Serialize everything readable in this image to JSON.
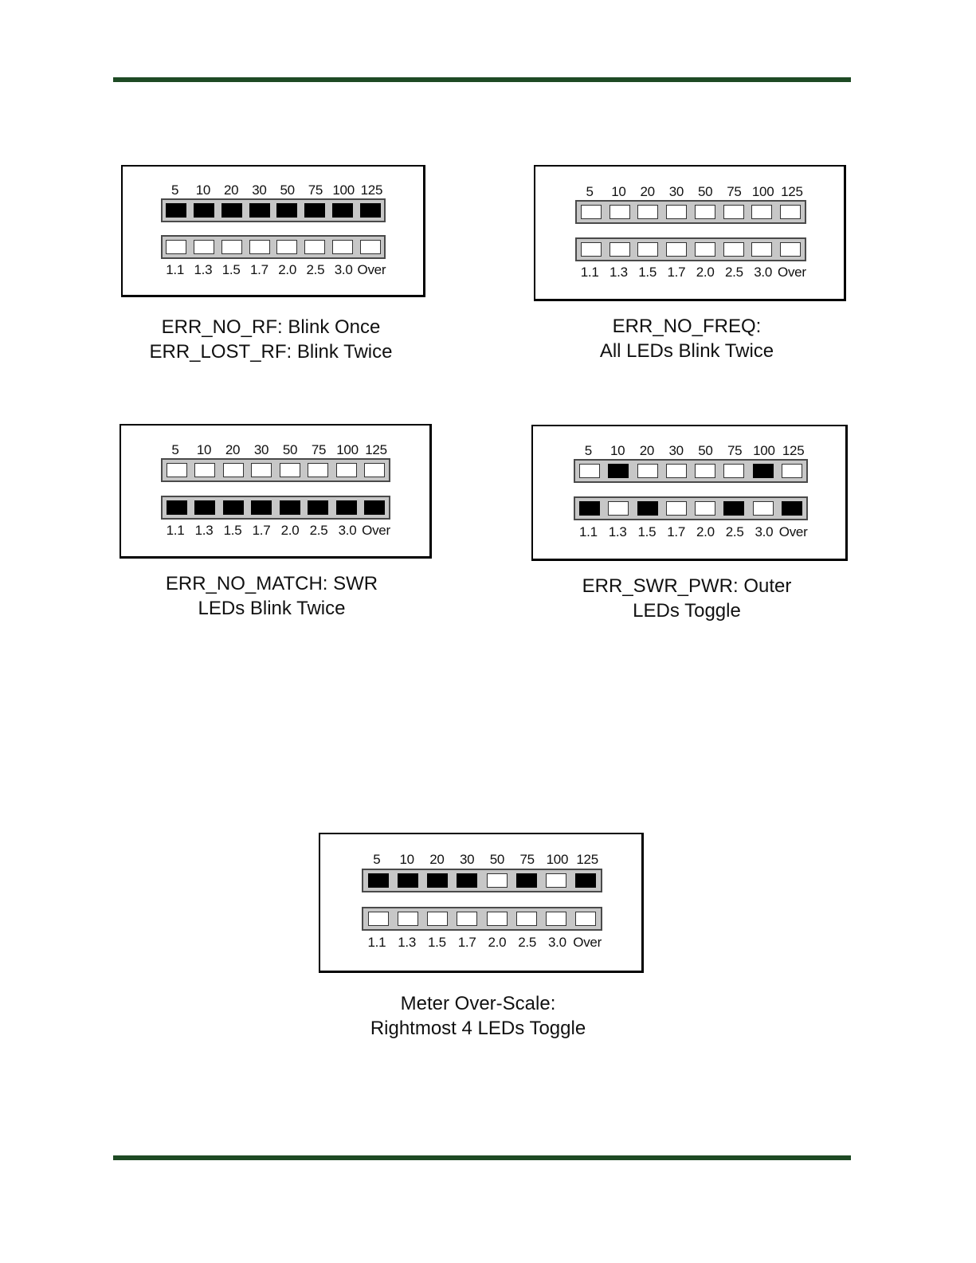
{
  "power_scale": [
    "5",
    "10",
    "20",
    "30",
    "50",
    "75",
    "100",
    "125"
  ],
  "swr_scale": [
    "1.1",
    "1.3",
    "1.5",
    "1.7",
    "2.0",
    "2.5",
    "3.0",
    "Over"
  ],
  "diagrams": [
    {
      "id": "err-no-rf",
      "power_leds": [
        1,
        1,
        1,
        1,
        1,
        1,
        1,
        1
      ],
      "swr_leds": [
        0,
        0,
        0,
        0,
        0,
        0,
        0,
        0
      ],
      "caption": [
        "ERR_NO_RF: Blink Once",
        "ERR_LOST_RF: Blink Twice"
      ]
    },
    {
      "id": "err-no-freq",
      "power_leds": [
        0,
        0,
        0,
        0,
        0,
        0,
        0,
        0
      ],
      "swr_leds": [
        0,
        0,
        0,
        0,
        0,
        0,
        0,
        0
      ],
      "caption": [
        "ERR_NO_FREQ:",
        "All LEDs Blink Twice"
      ]
    },
    {
      "id": "err-no-match",
      "power_leds": [
        0,
        0,
        0,
        0,
        0,
        0,
        0,
        0
      ],
      "swr_leds": [
        1,
        1,
        1,
        1,
        1,
        1,
        1,
        1
      ],
      "caption": [
        "ERR_NO_MATCH: SWR",
        "LEDs Blink Twice"
      ]
    },
    {
      "id": "err-swr-pwr",
      "power_leds": [
        0,
        1,
        0,
        0,
        0,
        0,
        1,
        0
      ],
      "swr_leds": [
        1,
        0,
        1,
        0,
        0,
        1,
        0,
        1
      ],
      "caption": [
        "ERR_SWR_PWR: Outer",
        "LEDs Toggle"
      ]
    },
    {
      "id": "meter-over-scale",
      "power_leds": [
        1,
        1,
        1,
        1,
        0,
        1,
        0,
        1
      ],
      "swr_leds": [
        0,
        0,
        0,
        0,
        0,
        0,
        0,
        0
      ],
      "caption": [
        "Meter Over-Scale:",
        "Rightmost 4 LEDs Toggle"
      ]
    }
  ]
}
